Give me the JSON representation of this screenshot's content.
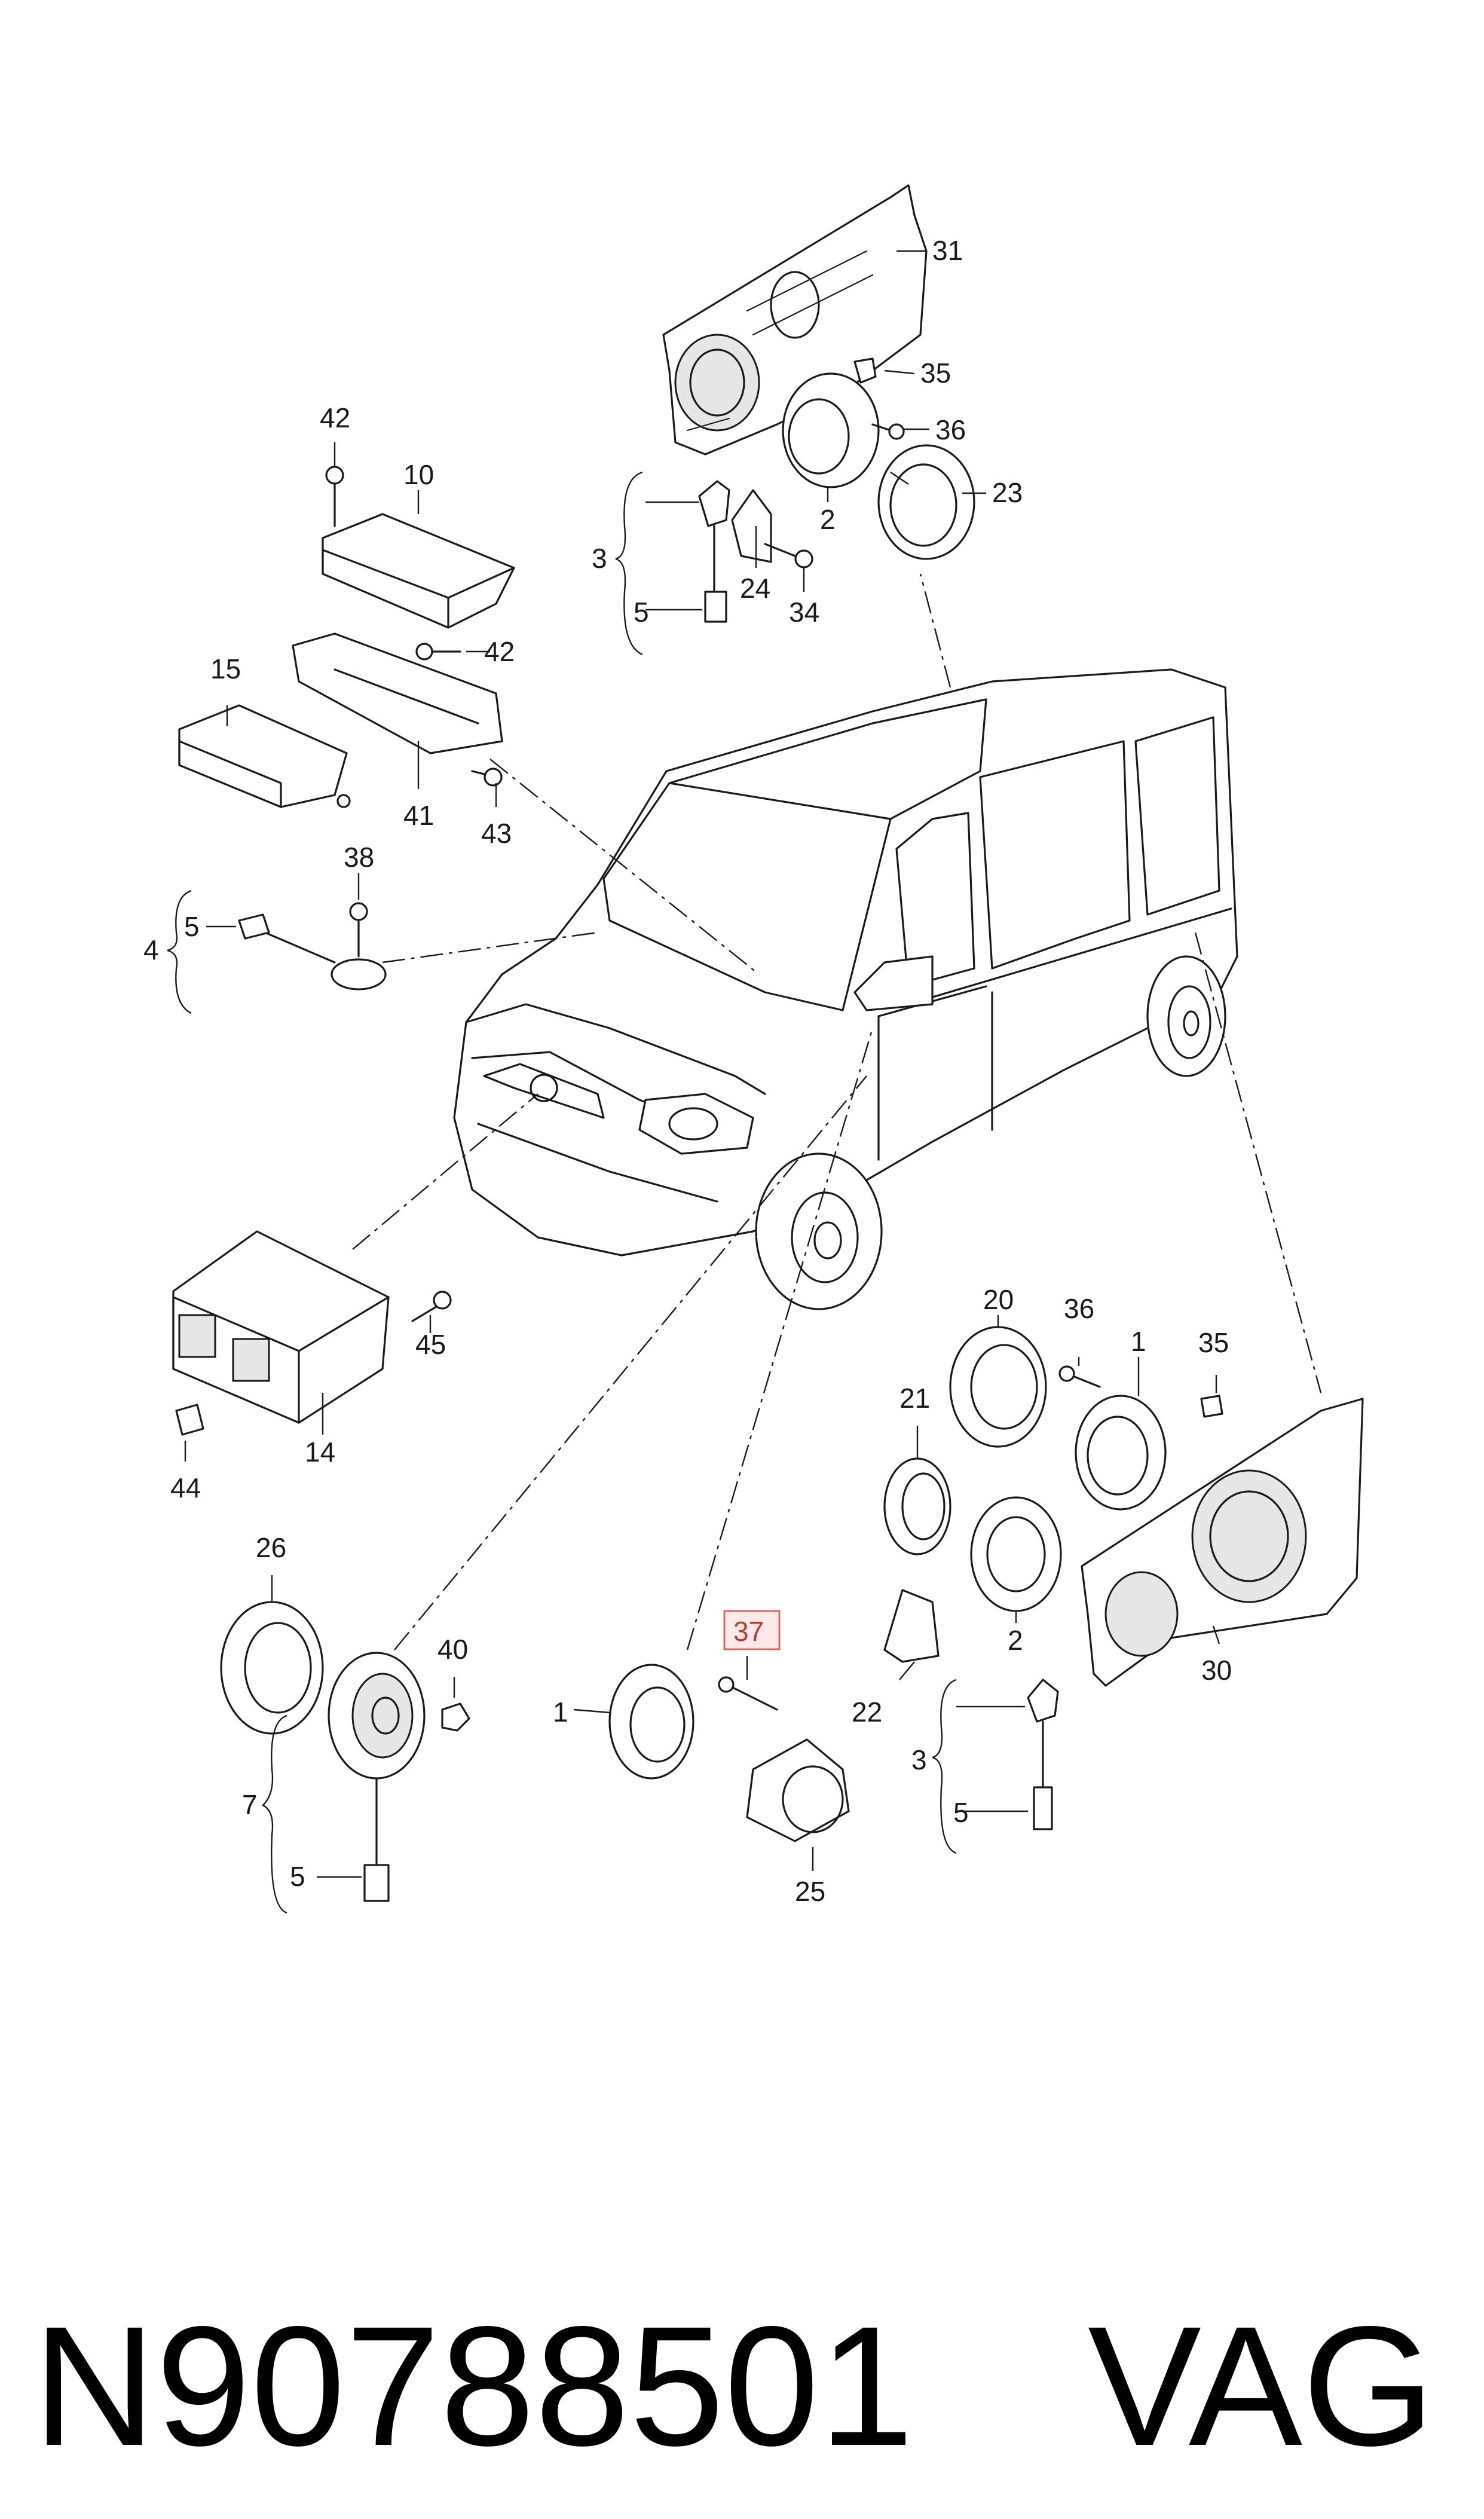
{
  "diagram": {
    "callouts": [
      {
        "id": "c31",
        "label": "31"
      },
      {
        "id": "c35a",
        "label": "35"
      },
      {
        "id": "c36a",
        "label": "36"
      },
      {
        "id": "c23",
        "label": "23"
      },
      {
        "id": "c2a",
        "label": "2"
      },
      {
        "id": "c3a",
        "label": "3"
      },
      {
        "id": "c24",
        "label": "24"
      },
      {
        "id": "c34",
        "label": "34"
      },
      {
        "id": "c5a",
        "label": "5"
      },
      {
        "id": "c42a",
        "label": "42"
      },
      {
        "id": "c10",
        "label": "10"
      },
      {
        "id": "c42b",
        "label": "42"
      },
      {
        "id": "c15",
        "label": "15"
      },
      {
        "id": "c41",
        "label": "41"
      },
      {
        "id": "c43",
        "label": "43"
      },
      {
        "id": "c38",
        "label": "38"
      },
      {
        "id": "c4",
        "label": "4"
      },
      {
        "id": "c5b",
        "label": "5"
      },
      {
        "id": "c45",
        "label": "45"
      },
      {
        "id": "c14",
        "label": "14"
      },
      {
        "id": "c44",
        "label": "44"
      },
      {
        "id": "c20",
        "label": "20"
      },
      {
        "id": "c36b",
        "label": "36"
      },
      {
        "id": "c1a",
        "label": "1"
      },
      {
        "id": "c35b",
        "label": "35"
      },
      {
        "id": "c21",
        "label": "21"
      },
      {
        "id": "c2b",
        "label": "2"
      },
      {
        "id": "c30",
        "label": "30"
      },
      {
        "id": "c26",
        "label": "26"
      },
      {
        "id": "c40",
        "label": "40"
      },
      {
        "id": "c7",
        "label": "7"
      },
      {
        "id": "c5c",
        "label": "5"
      },
      {
        "id": "c37",
        "label": "37",
        "highlighted": true
      },
      {
        "id": "c1b",
        "label": "1"
      },
      {
        "id": "c22",
        "label": "22"
      },
      {
        "id": "c25",
        "label": "25"
      },
      {
        "id": "c3b",
        "label": "3"
      },
      {
        "id": "c5d",
        "label": "5"
      }
    ],
    "highlight_color": "#e06666"
  },
  "footer": {
    "part_number": "N90788501",
    "brand": "VAG"
  }
}
